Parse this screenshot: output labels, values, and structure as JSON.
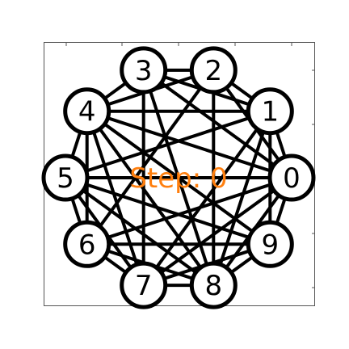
{
  "graph": {
    "step_text": "Step: 0",
    "step_color": "#ff7f0e",
    "node_fill": "#ffffff",
    "edge_color": "#000000",
    "nodes": [
      {
        "id": 0,
        "label": "0"
      },
      {
        "id": 1,
        "label": "1"
      },
      {
        "id": 2,
        "label": "2"
      },
      {
        "id": 3,
        "label": "3"
      },
      {
        "id": 4,
        "label": "4"
      },
      {
        "id": 5,
        "label": "5"
      },
      {
        "id": 6,
        "label": "6"
      },
      {
        "id": 7,
        "label": "7"
      },
      {
        "id": 8,
        "label": "8"
      },
      {
        "id": 9,
        "label": "9"
      }
    ],
    "edges": [
      [
        0,
        1
      ],
      [
        0,
        2
      ],
      [
        0,
        3
      ],
      [
        0,
        4
      ],
      [
        0,
        5
      ],
      [
        0,
        6
      ],
      [
        0,
        7
      ],
      [
        0,
        8
      ],
      [
        0,
        9
      ],
      [
        1,
        2
      ],
      [
        1,
        3
      ],
      [
        1,
        4
      ],
      [
        1,
        5
      ],
      [
        1,
        7
      ],
      [
        1,
        8
      ],
      [
        1,
        9
      ],
      [
        2,
        3
      ],
      [
        2,
        4
      ],
      [
        2,
        6
      ],
      [
        2,
        8
      ],
      [
        3,
        4
      ],
      [
        3,
        7
      ],
      [
        3,
        8
      ],
      [
        4,
        5
      ],
      [
        4,
        6
      ],
      [
        4,
        7
      ],
      [
        4,
        8
      ],
      [
        4,
        9
      ],
      [
        5,
        6
      ],
      [
        5,
        7
      ],
      [
        5,
        8
      ],
      [
        5,
        9
      ],
      [
        6,
        7
      ],
      [
        6,
        8
      ],
      [
        6,
        9
      ],
      [
        7,
        8
      ],
      [
        7,
        9
      ],
      [
        8,
        9
      ]
    ]
  }
}
